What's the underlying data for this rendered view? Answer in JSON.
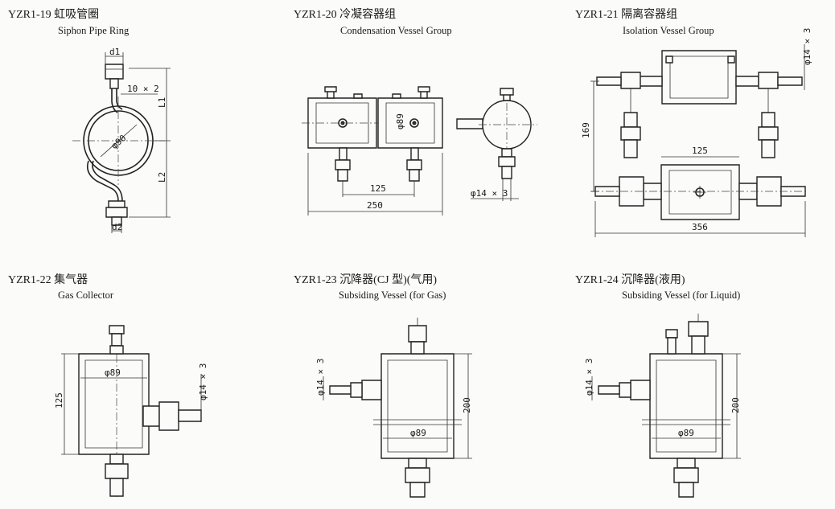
{
  "panels": [
    {
      "code": "YZR1-19 虹吸管圈",
      "en": "Siphon Pipe Ring",
      "labels": {
        "d1": "d1",
        "d2": "d2",
        "pipe": "10 × 2",
        "dia": "φ90",
        "l1": "L1",
        "l2": "L2"
      }
    },
    {
      "code": "YZR1-20 冷凝容器组",
      "en": "Condensation Vessel Group",
      "labels": {
        "dia": "φ89",
        "w1": "125",
        "w2": "250",
        "pipe": "φ14 × 3"
      }
    },
    {
      "code": "YZR1-21 隔离容器组",
      "en": "Isolation Vessel Group",
      "labels": {
        "pipe": "φ14 × 3",
        "h": "169",
        "w1": "125",
        "w2": "356"
      }
    },
    {
      "code": "YZR1-22 集气器",
      "en": "Gas Collector",
      "labels": {
        "h": "125",
        "dia": "φ89",
        "pipe": "φ14 × 3"
      }
    },
    {
      "code": "YZR1-23 沉降器(CJ 型)(气用)",
      "en": "Subsiding Vessel (for Gas)",
      "labels": {
        "pipe": "φ14 × 3",
        "h": "200",
        "dia": "φ89"
      }
    },
    {
      "code": "YZR1-24 沉降器(液用)",
      "en": "Subsiding Vessel (for Liquid)",
      "labels": {
        "pipe": "φ14 × 3",
        "h": "200",
        "dia": "φ89"
      }
    }
  ]
}
